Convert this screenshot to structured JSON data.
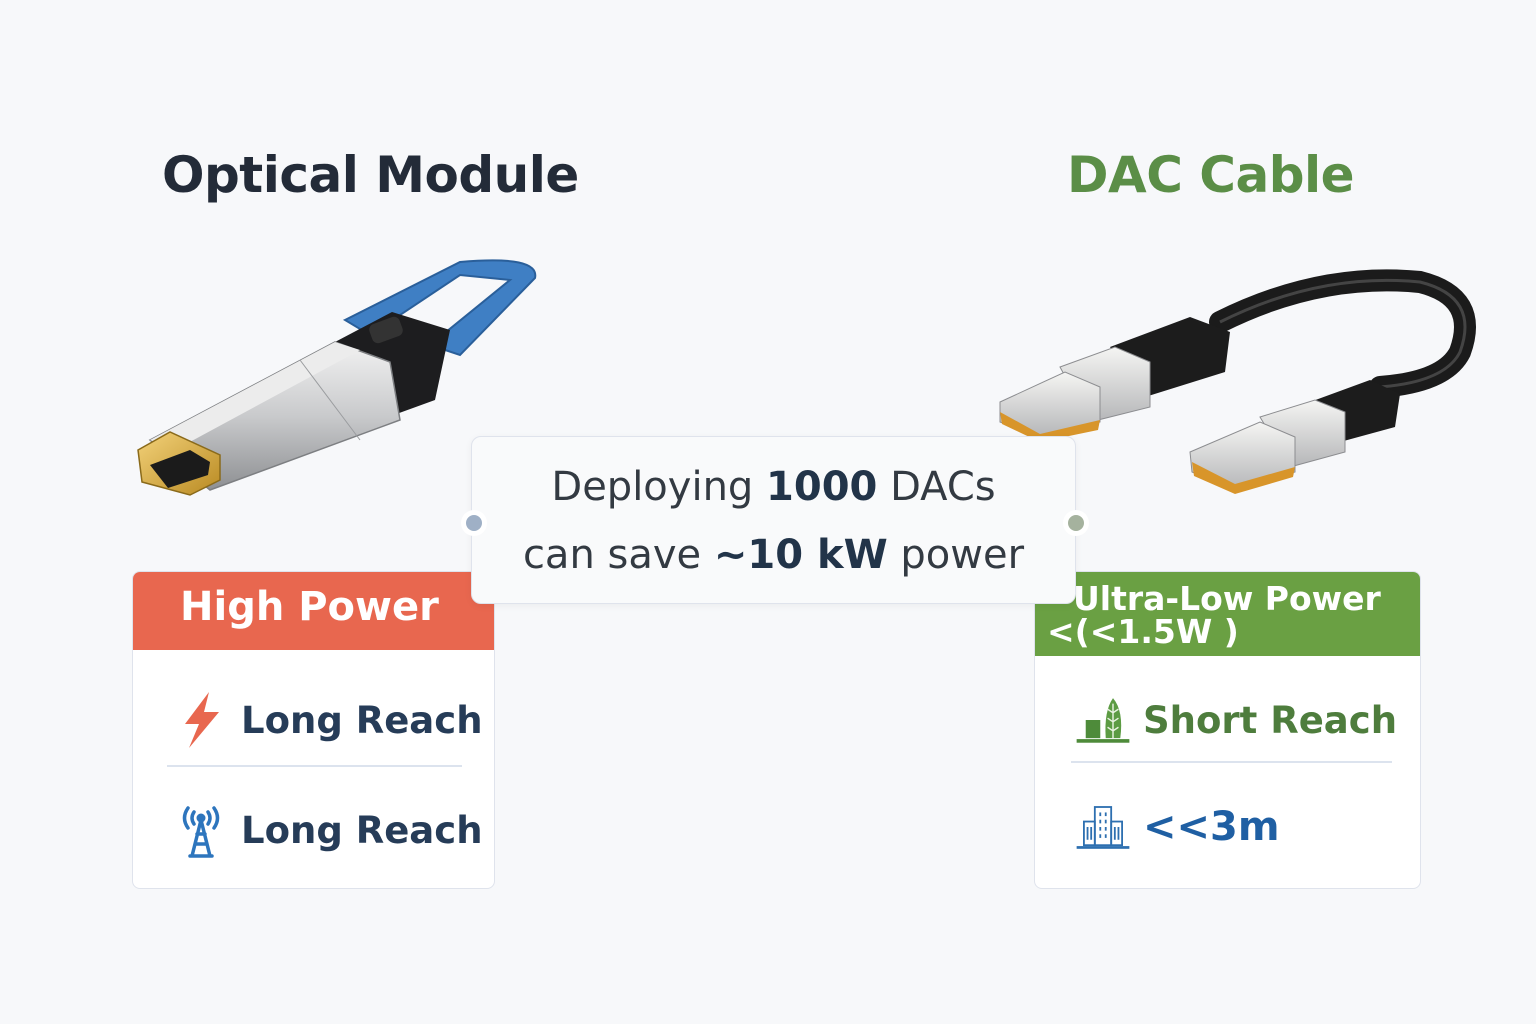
{
  "left": {
    "title": "Optical Module",
    "image": "optical-transceiver-module",
    "header": "High Power",
    "header_color": "#e8674f",
    "rows": [
      {
        "icon": "lightning-icon",
        "label": "Long Reach"
      },
      {
        "icon": "antenna-tower-icon",
        "label": "Long Reach"
      }
    ]
  },
  "right": {
    "title": "DAC Cable",
    "title_color": "#5b8e47",
    "image": "dac-cable",
    "header_line1": "Ultra-Low Power",
    "header_line2": "<(<1.5W )",
    "header_color": "#6aa043",
    "rows": [
      {
        "icon": "green-building-icon",
        "label": "Short Reach"
      },
      {
        "icon": "office-building-icon",
        "label": "<<3m"
      }
    ]
  },
  "callout": {
    "line1_pre": "Deploying ",
    "line1_bold": "1000",
    "line1_post": " DACs",
    "line2_pre": "can save ",
    "line2_bold": "~10 kW",
    "line2_post": " power"
  }
}
